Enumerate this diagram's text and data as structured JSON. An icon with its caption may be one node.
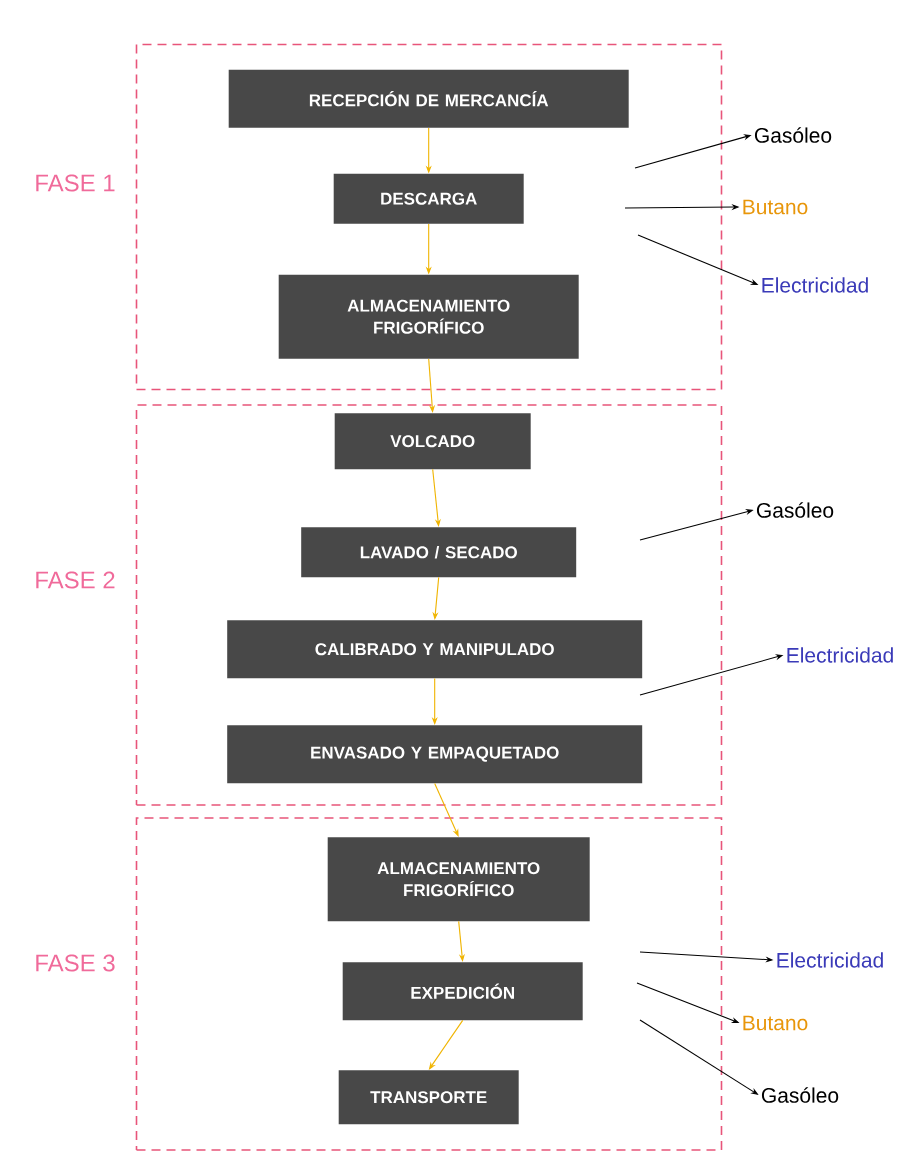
{
  "diagram": {
    "nodes": [
      {
        "text": [
          "FASE 1"
        ]
      },
      {
        "text": [
          "RECEPCIÓN DE MERCANCÍA"
        ],
        "in": 0
      },
      {
        "text": [
          "DESCARGA"
        ],
        "in": 0
      },
      {
        "text": [
          "ALMACENAMIENTO FRIGORÍFICO"
        ],
        "in": 0
      },
      {
        "text": [
          "Gasóleo"
        ]
      },
      {
        "text": [
          "Butano"
        ]
      },
      {
        "text": [
          "Electricidad"
        ]
      },
      {
        "text": [
          "FASE 2"
        ]
      },
      {
        "text": [
          "VOLCADO"
        ],
        "in": 7
      },
      {
        "text": [
          "LAVADO / SECADO"
        ],
        "in": 7
      },
      {
        "text": [
          "CALIBRADO Y MANIPULADO"
        ],
        "in": 7
      },
      {
        "text": [
          "ENVASADO Y EMPAQUETADO"
        ],
        "in": 7
      },
      {
        "text": [
          "Gasóleo"
        ]
      },
      {
        "text": [
          "Electricidad"
        ]
      },
      {
        "text": [
          "FASE 3"
        ]
      },
      {
        "text": [
          "ALMACENAMIENTO FRIGORÍFICO"
        ],
        "in": 14
      },
      {
        "text": [
          "EXPEDICIÓN"
        ],
        "in": 14
      },
      {
        "text": [
          "TRANSPORTE"
        ],
        "in": 14
      },
      {
        "text": [
          "Electricidad"
        ]
      },
      {
        "text": [
          "Butano"
        ]
      },
      {
        "text": [
          "Gasóleo"
        ]
      }
    ],
    "edges": [
      {
        "from": 1,
        "to": 2,
        "arrow": "to"
      },
      {
        "from": 2,
        "to": 3,
        "arrow": "to"
      },
      {
        "from": 3,
        "to": 8,
        "arrow": "to"
      },
      {
        "from": 8,
        "to": 9,
        "arrow": "to"
      },
      {
        "from": 9,
        "to": 10,
        "arrow": "to"
      },
      {
        "from": 10,
        "to": 11,
        "arrow": "to"
      },
      {
        "from": 11,
        "to": 15,
        "arrow": "to"
      },
      {
        "from": 15,
        "to": 16,
        "arrow": "to"
      },
      {
        "from": 16,
        "to": 17,
        "arrow": "to"
      },
      {
        "from": null,
        "to": 4,
        "arrow": "to",
        "color": "#000000"
      },
      {
        "from": null,
        "to": 5,
        "arrow": "to",
        "color": "#000000"
      },
      {
        "from": null,
        "to": 6,
        "arrow": "to",
        "color": "#000000"
      },
      {
        "from": null,
        "to": 12,
        "arrow": "to",
        "color": "#000000"
      },
      {
        "from": null,
        "to": 13,
        "arrow": "to",
        "color": "#000000"
      },
      {
        "from": null,
        "to": 18,
        "arrow": "to",
        "color": "#000000"
      },
      {
        "from": null,
        "to": 19,
        "arrow": "to",
        "color": "#000000"
      },
      {
        "from": null,
        "to": 20,
        "arrow": "to",
        "color": "#000000"
      }
    ]
  }
}
